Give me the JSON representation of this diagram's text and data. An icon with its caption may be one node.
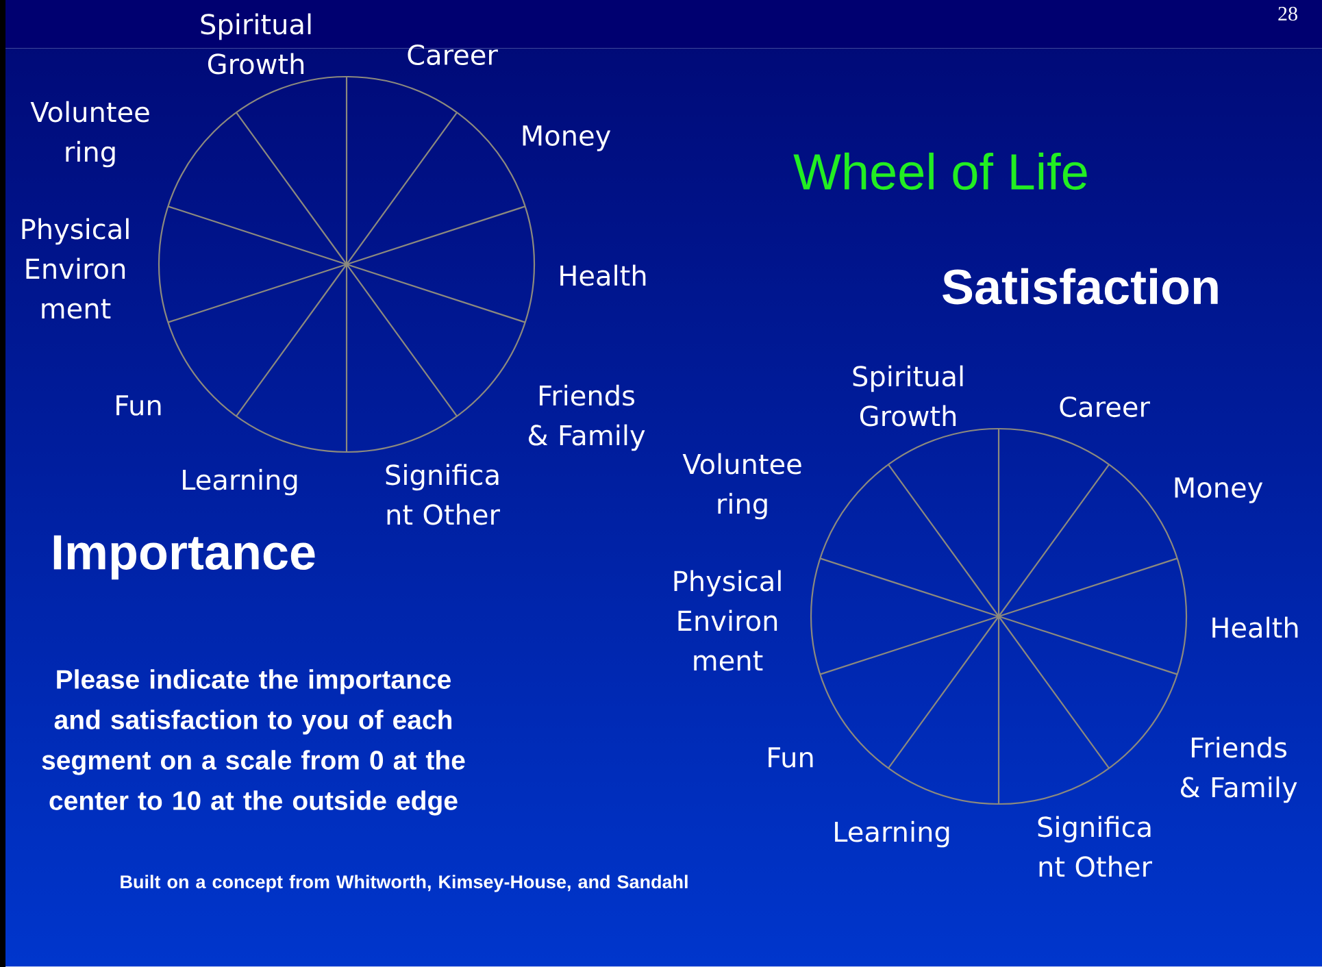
{
  "diagram": {
    "title": "Wheel of Life",
    "nodes": [
      {
        "text": [],
        "shape": "circle",
        "beside": [
          "Spiritual Growth",
          "Career",
          "Money",
          "Health",
          "Friends & Family",
          "Significa nt Other",
          "Learning",
          "Fun",
          "Physical Environ ment",
          "Voluntee ring"
        ]
      },
      {
        "text": [],
        "shape": "circle",
        "beside": [
          "Spiritual Growth",
          "Career",
          "Money",
          "Health",
          "Friends & Family",
          "Significa nt Other",
          "Learning",
          "Fun",
          "Physical Environ ment",
          "Voluntee ring"
        ]
      }
    ],
    "labels": [
      "Importance",
      "Satisfaction",
      "Please indicate the importance and satisfaction to you of each segment on a scale from 0 at the center to 10 at the outside edge",
      "Built on a concept from Whitworth, Kimsey-House, and Sandahl",
      "28"
    ]
  }
}
